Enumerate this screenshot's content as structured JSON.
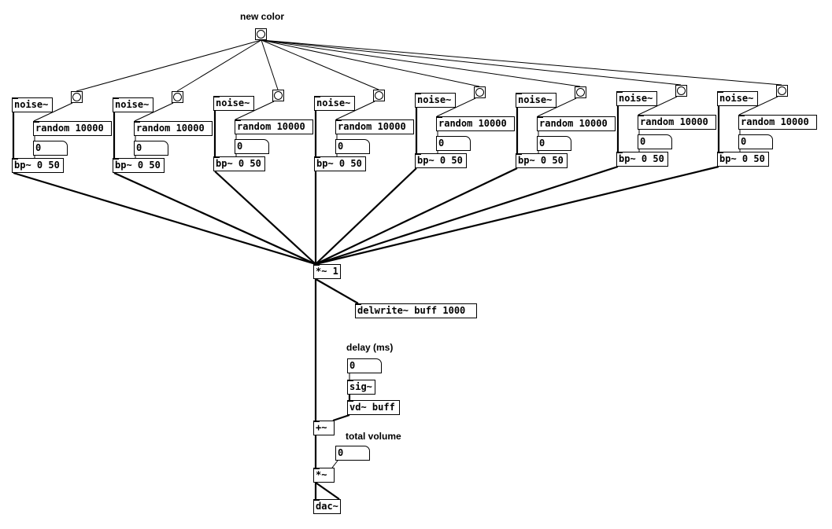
{
  "comments": {
    "new_color": "new color",
    "delay_ms": "delay (ms)",
    "total_volume": "total volume"
  },
  "voice": {
    "noise": "noise~",
    "random": "random 10000",
    "number": "0",
    "bandpass": "bp~ 0 50"
  },
  "voice_count": 8,
  "mixer": {
    "mult": "*~ 1",
    "delwrite": "delwrite~ buff 1000",
    "delay_number": "0",
    "sig": "sig~",
    "vd": "vd~ buff",
    "add": "+~",
    "volume_number": "0",
    "volume_mult": "*~",
    "dac": "dac~"
  }
}
